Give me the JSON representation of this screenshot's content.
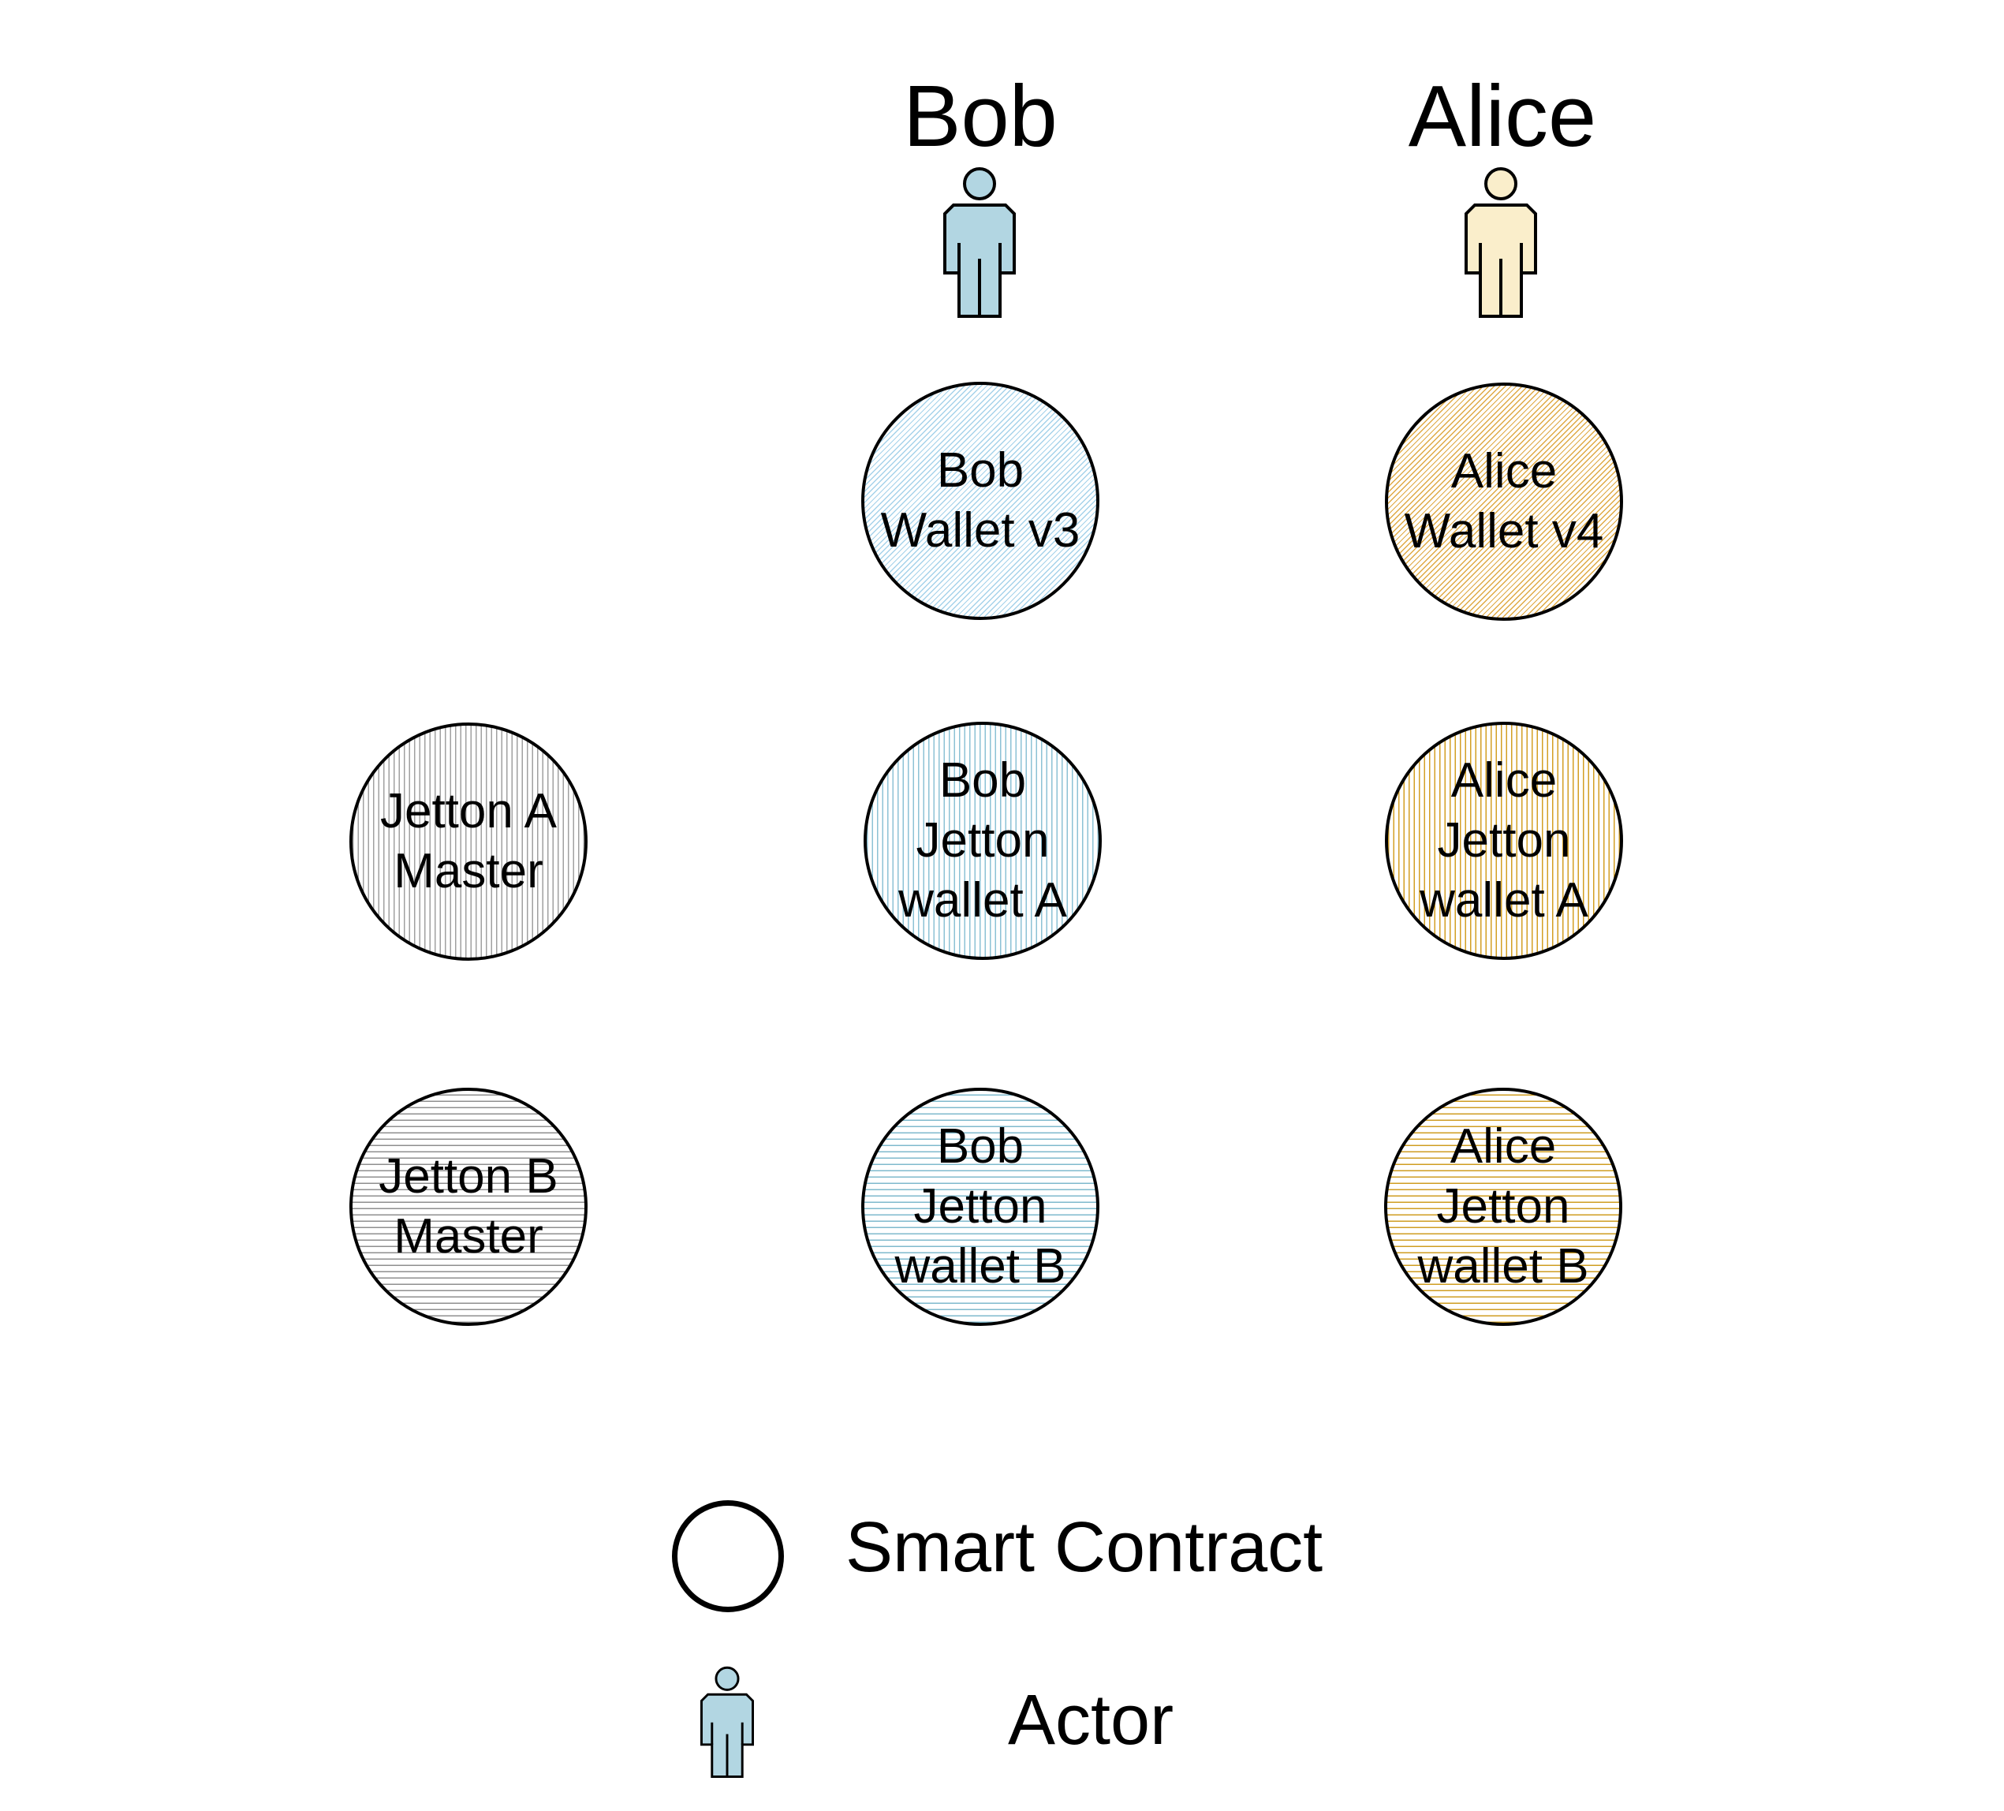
{
  "actors": [
    {
      "name": "Bob",
      "fill": "#b2d6e2"
    },
    {
      "name": "Alice",
      "fill": "#faeecb"
    }
  ],
  "nodes": [
    {
      "id": "bob-wallet-v3",
      "label": "Bob\nWallet v3",
      "hatch": "diagonal",
      "line_color": "#a5d2ea"
    },
    {
      "id": "alice-wallet-v4",
      "label": "Alice\nWallet v4",
      "hatch": "diagonal",
      "line_color": "#dfa943"
    },
    {
      "id": "jetton-a-master",
      "label": "Jetton A\nMaster",
      "hatch": "vertical",
      "line_color": "#a0a0a0"
    },
    {
      "id": "bob-jetton-wallet-a",
      "label": "Bob\nJetton\nwallet A",
      "hatch": "vertical",
      "line_color": "#8cc2d5"
    },
    {
      "id": "alice-jetton-wallet-a",
      "label": "Alice\nJetton\nwallet A",
      "hatch": "vertical",
      "line_color": "#d39f24"
    },
    {
      "id": "jetton-b-master",
      "label": "Jetton B\nMaster",
      "hatch": "horizontal",
      "line_color": "#8f8f8f"
    },
    {
      "id": "bob-jetton-wallet-b",
      "label": "Bob\nJetton\nwallet B",
      "hatch": "horizontal",
      "line_color": "#7fbacd"
    },
    {
      "id": "alice-jetton-wallet-b",
      "label": "Alice\nJetton\nwallet B",
      "hatch": "horizontal",
      "line_color": "#cf9d22"
    }
  ],
  "legend": {
    "smart_contract_label": "Smart Contract",
    "actor_label": "Actor",
    "actor_fill": "#b2d6e2",
    "circle_stroke": "#000000"
  }
}
